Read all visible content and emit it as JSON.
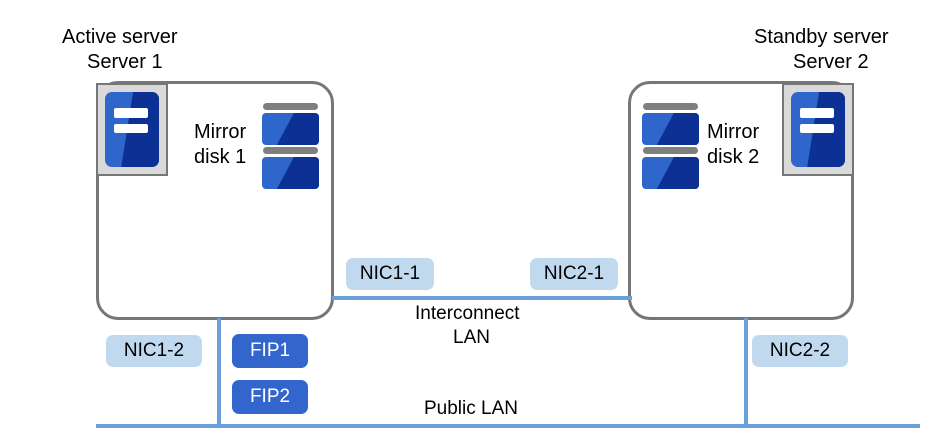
{
  "diagram": {
    "title_left": "Active server",
    "subtitle_left": "Server 1",
    "title_right": "Standby server",
    "subtitle_right": "Server 2",
    "servers": [
      {
        "role_label": "Active server",
        "name_label": "Server 1",
        "disk_label_line1": "Mirror",
        "disk_label_line2": "disk 1",
        "icon": "server-tower-icon",
        "disk_icon": "mirror-disk-icon"
      },
      {
        "role_label": "Standby server",
        "name_label": "Server 2",
        "disk_label_line1": "Mirror",
        "disk_label_line2": "disk 2",
        "icon": "server-tower-icon",
        "disk_icon": "mirror-disk-icon"
      }
    ],
    "nics": [
      {
        "id": "nic1-1",
        "label": "NIC1-1"
      },
      {
        "id": "nic2-1",
        "label": "NIC2-1"
      },
      {
        "id": "nic1-2",
        "label": "NIC1-2"
      },
      {
        "id": "nic2-2",
        "label": "NIC2-2"
      }
    ],
    "fips": [
      {
        "id": "fip1",
        "label": "FIP1"
      },
      {
        "id": "fip2",
        "label": "FIP2"
      }
    ],
    "networks": [
      {
        "id": "interconnect-lan",
        "label_line1": "Interconnect",
        "label_line2": "LAN"
      },
      {
        "id": "public-lan",
        "label": "Public LAN"
      }
    ],
    "colors": {
      "server_border": "#767676",
      "icon_frame_fill": "#d9d9d9",
      "blue_light": "#2f66cc",
      "blue_navy": "#0d3094",
      "disk_cap_gray": "#7f7f7f",
      "nic_badge_bg": "#c1d9ef",
      "fip_badge_bg": "#3366cc",
      "line_blue": "#6a9fd8",
      "text": "#000000",
      "background": "#ffffff"
    }
  }
}
